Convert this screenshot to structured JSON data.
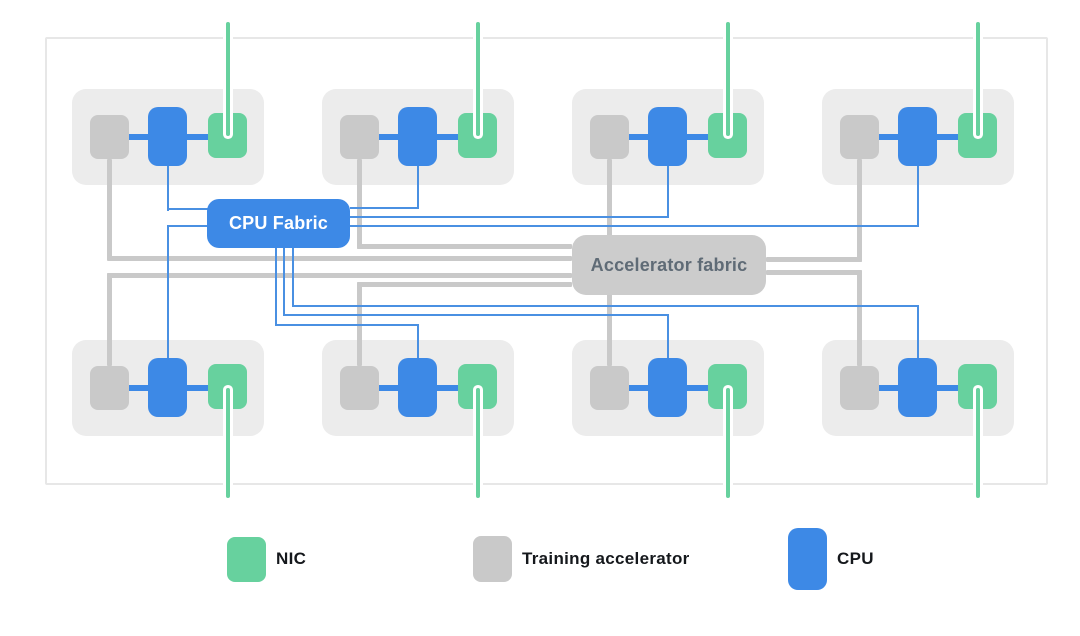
{
  "fabrics": {
    "cpu": {
      "label": "CPU Fabric"
    },
    "accelerator": {
      "label": "Accelerator fabric"
    }
  },
  "legend": {
    "items": [
      {
        "id": "nic",
        "label": "NIC"
      },
      {
        "id": "training-accelerator",
        "label": "Training accelerator"
      },
      {
        "id": "cpu",
        "label": "CPU"
      }
    ]
  },
  "colors": {
    "cpu_blue": "#3d89e6",
    "nic_green": "#67d19e",
    "accelerator_gray": "#c9c9c9",
    "group_bg": "#ececec",
    "fabric_box_gray": "#cccccc",
    "fabric_text": "#5f6b76",
    "legend_text": "#15181c",
    "blue_line": "#4a90e2",
    "gray_line": "#c9c9c9",
    "border": "#e7e7e7"
  }
}
